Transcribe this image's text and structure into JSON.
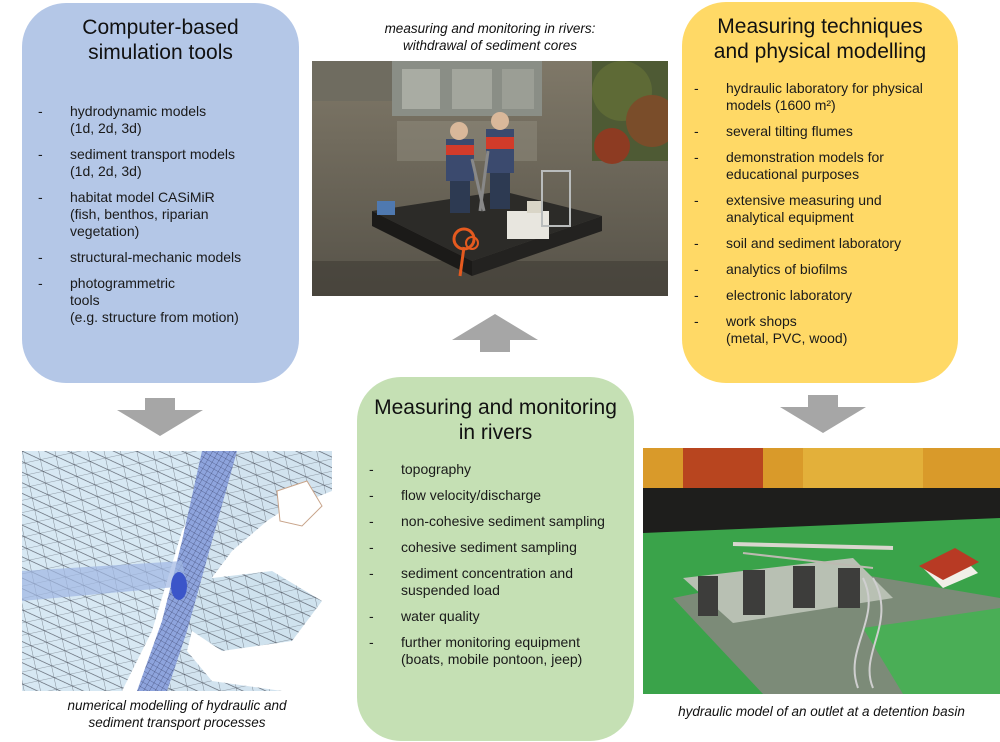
{
  "top_caption": {
    "line1": "measuring and monitoring in rivers:",
    "line2": "withdrawal of sediment cores"
  },
  "left_box": {
    "title_line1": "Computer-based",
    "title_line2": "simulation tools",
    "items": [
      {
        "line1": "hydrodynamic models",
        "line2": "(1d, 2d, 3d)",
        "line3": ""
      },
      {
        "line1": "sediment transport models",
        "line2": "(1d, 2d, 3d)",
        "line3": ""
      },
      {
        "line1": "habitat model CASiMiR",
        "line2": "(fish, benthos, riparian",
        "line3": "vegetation)"
      },
      {
        "line1": "structural-mechanic models",
        "line2": "",
        "line3": ""
      },
      {
        "line1": "photogrammetric",
        "line2": "tools",
        "line3": "(e.g. structure from motion)"
      }
    ]
  },
  "right_box": {
    "title_line1": "Measuring techniques",
    "title_line2": "and physical modelling",
    "items": [
      {
        "line1": "hydraulic laboratory for physical",
        "line2": "models (1600 m²)"
      },
      {
        "line1": "several tilting flumes",
        "line2": ""
      },
      {
        "line1": "demonstration models for",
        "line2": "educational purposes"
      },
      {
        "line1": "extensive measuring und",
        "line2": "analytical equipment"
      },
      {
        "line1": "soil and sediment laboratory",
        "line2": ""
      },
      {
        "line1": "analytics of biofilms",
        "line2": ""
      },
      {
        "line1": "electronic laboratory",
        "line2": ""
      },
      {
        "line1": "work shops",
        "line2": "(metal, PVC, wood)"
      }
    ]
  },
  "center_box": {
    "title_line1": "Measuring and monitoring",
    "title_line2": "in rivers",
    "items": [
      {
        "line1": "topography",
        "line2": ""
      },
      {
        "line1": "flow velocity/discharge",
        "line2": ""
      },
      {
        "line1": "non-cohesive sediment sampling",
        "line2": ""
      },
      {
        "line1": "cohesive sediment sampling",
        "line2": ""
      },
      {
        "line1": "sediment concentration and",
        "line2": "suspended load"
      },
      {
        "line1": "water quality",
        "line2": ""
      },
      {
        "line1": "further monitoring equipment",
        "line2": "(boats, mobile pontoon, jeep)"
      }
    ]
  },
  "bottom_left_caption": {
    "line1": "numerical modelling of hydraulic and",
    "line2": "sediment transport processes"
  },
  "bottom_right_caption": {
    "line1": "hydraulic model of an outlet at a detention basin"
  },
  "colors": {
    "blue_box": "#b4c7e7",
    "yellow_box": "#ffd966",
    "green_box": "#c5e0b4",
    "arrow": "#a6a6a6"
  }
}
